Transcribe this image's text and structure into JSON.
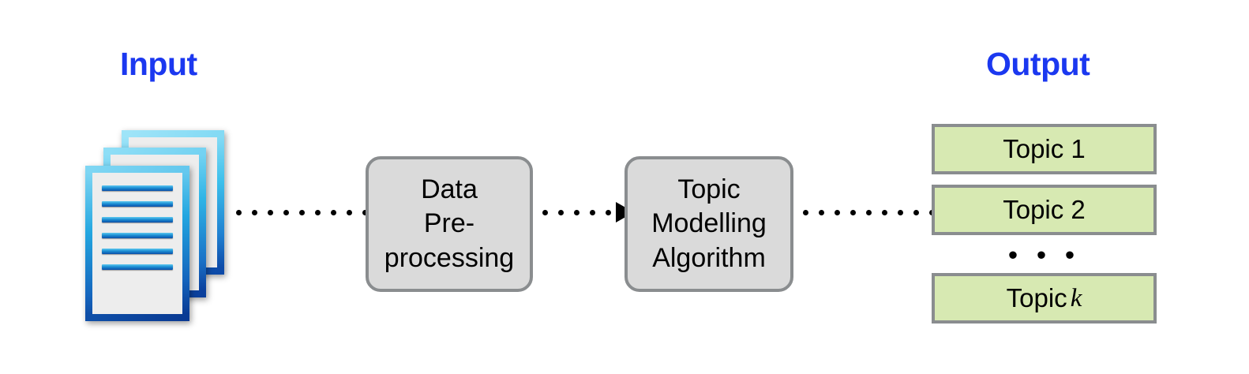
{
  "diagram": {
    "title_input": "Input",
    "title_output": "Output",
    "accent_color": "#1b38f0",
    "box_fill": "#dadada",
    "box_border": "#8a8d8f",
    "topic_fill": "#d7e9b2",
    "arrow_color": "#000000",
    "background": "#ffffff"
  },
  "input": {
    "label": "Input",
    "icon": "document-stack-icon",
    "document_count": 3,
    "text_line_count": 6
  },
  "process": {
    "boxes": [
      {
        "name": "data-preprocessing",
        "lines": [
          "Data",
          "Pre-",
          "processing"
        ]
      },
      {
        "name": "topic-modelling-algorithm",
        "lines": [
          "Topic",
          "Modelling",
          "Algorithm"
        ]
      }
    ]
  },
  "arrows": [
    {
      "name": "arrow-input-to-preprocessing",
      "style": "dotted",
      "dots": 9,
      "head": "triangle-right"
    },
    {
      "name": "arrow-preprocessing-to-algorithm",
      "style": "dotted",
      "dots": 5,
      "head": "triangle-right"
    },
    {
      "name": "arrow-algorithm-to-output",
      "style": "dotted",
      "dots": 9,
      "head": "triangle-right"
    }
  ],
  "output": {
    "label": "Output",
    "ellipsis": "• • •",
    "topics": [
      {
        "prefix": "Topic 1",
        "variable": ""
      },
      {
        "prefix": "Topic 2",
        "variable": ""
      },
      {
        "prefix": "Topic",
        "variable": "k"
      }
    ]
  }
}
